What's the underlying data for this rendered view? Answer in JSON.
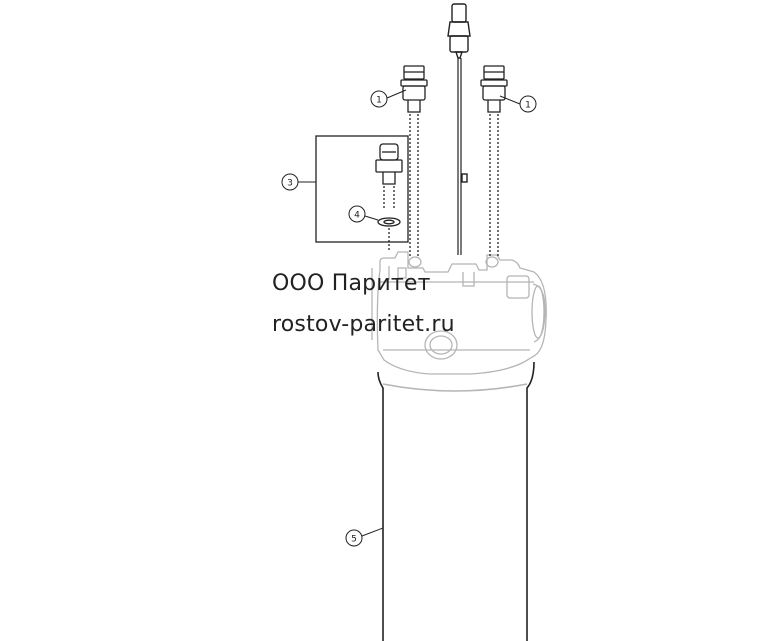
{
  "callouts": [
    {
      "id": "c1a",
      "label": "1"
    },
    {
      "id": "c1b",
      "label": "1"
    },
    {
      "id": "c3",
      "label": "3"
    },
    {
      "id": "c4",
      "label": "4"
    },
    {
      "id": "c5",
      "label": "5"
    }
  ],
  "watermark": {
    "company": "ООО Паритет",
    "site": "rostov-paritet.ru"
  },
  "colors": {
    "line": "#222222",
    "faded": "#b5b5b5"
  }
}
